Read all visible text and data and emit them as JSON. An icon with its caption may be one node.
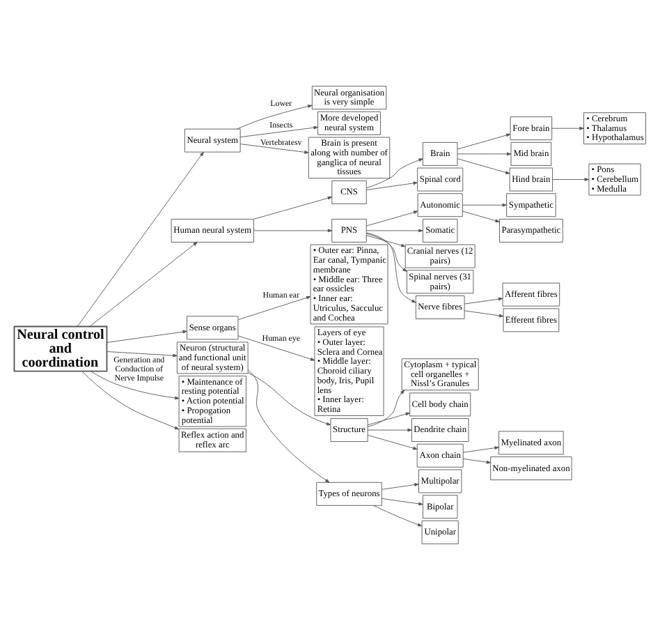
{
  "diagram": {
    "nodes": [
      {
        "text": [
          "Neural control and coordination"
        ]
      },
      {
        "text": [
          "Neural system"
        ]
      },
      {
        "text": [
          "Neural organisation is very simple"
        ]
      },
      {
        "text": [
          "More developed neural system"
        ]
      },
      {
        "text": [
          "Brain is present along with number of ganglica of neural tissues"
        ]
      },
      {
        "text": [
          "Human neural system"
        ]
      },
      {
        "text": [
          "CNS"
        ]
      },
      {
        "text": [
          "PNS"
        ]
      },
      {
        "text": [
          "Brain"
        ]
      },
      {
        "text": [
          "Spinal cord"
        ]
      },
      {
        "text": [
          "Fore brain"
        ]
      },
      {
        "text": [
          "Mid brain"
        ]
      },
      {
        "text": [
          "Hind brain"
        ]
      },
      {
        "text": [
          "• Cerebrum",
          "• Thalamus",
          "• Hypothalamus"
        ]
      },
      {
        "text": [
          "• Pons",
          "• Cerebellum",
          "• Medulla"
        ]
      },
      {
        "text": [
          "Autonomic"
        ]
      },
      {
        "text": [
          "Sympathetic"
        ]
      },
      {
        "text": [
          "Parasympathetic"
        ]
      },
      {
        "text": [
          "Somatic"
        ]
      },
      {
        "text": [
          "Cranial nerves (12 pairs)"
        ]
      },
      {
        "text": [
          "Spinal nerves (31 pairs)"
        ]
      },
      {
        "text": [
          "Nerve fibres"
        ]
      },
      {
        "text": [
          "Afferent fibres"
        ]
      },
      {
        "text": [
          "Efferent fibres"
        ]
      },
      {
        "text": [
          "Sense organs"
        ]
      },
      {
        "text": [
          "• Outer ear: Pinna, Ear canal, Tympanic membrane",
          "• Middle ear: Three ear ossicles",
          "• Inner ear: Utriculus, Sacculuc and Cochea"
        ]
      },
      {
        "text": [
          "Layers of eye",
          "• Outer layer: Sclera and Cornea",
          "• Middle layer: Choroid ciliary body, Iris, Pupil lens",
          "• Inner layer: Retina"
        ]
      },
      {
        "text": [
          "Neuron (structural and functional unit of neural system)"
        ]
      },
      {
        "text": [
          "Structure"
        ]
      },
      {
        "text": [
          "Types of neurons"
        ]
      },
      {
        "text": [
          "Cytoplasm + typical cell organelles + Nissl’s Granules"
        ]
      },
      {
        "text": [
          "Cell body chain"
        ]
      },
      {
        "text": [
          "Dendrite chain"
        ]
      },
      {
        "text": [
          "Axon chain"
        ]
      },
      {
        "text": [
          "Myelinated axon"
        ]
      },
      {
        "text": [
          "Non-myelinated axon"
        ]
      },
      {
        "text": [
          "Multipolar"
        ]
      },
      {
        "text": [
          "Bipolar"
        ]
      },
      {
        "text": [
          "Unipolar"
        ]
      },
      {
        "text": [
          "• Maintenance of resting potential",
          "• Action potential",
          "• Propogation potential"
        ]
      },
      {
        "text": [
          "Reflex action and reflex arc"
        ]
      }
    ],
    "edges": [
      {
        "from": 0,
        "to": 1,
        "arrow": "to"
      },
      {
        "from": 1,
        "to": 2,
        "arrow": "to",
        "label": "Lower"
      },
      {
        "from": 1,
        "to": 3,
        "arrow": "to",
        "label": "Insects"
      },
      {
        "from": 1,
        "to": 4,
        "arrow": "to",
        "label": "Vertebratesv"
      },
      {
        "from": 0,
        "to": 5,
        "arrow": "to"
      },
      {
        "from": 5,
        "to": 6,
        "arrow": "to"
      },
      {
        "from": 5,
        "to": 7,
        "arrow": "to"
      },
      {
        "from": 6,
        "to": 8,
        "arrow": "to"
      },
      {
        "from": 6,
        "to": 9,
        "arrow": "to"
      },
      {
        "from": 8,
        "to": 10,
        "arrow": "to"
      },
      {
        "from": 8,
        "to": 11,
        "arrow": "to"
      },
      {
        "from": 8,
        "to": 12,
        "arrow": "to"
      },
      {
        "from": 10,
        "to": 13,
        "arrow": "to"
      },
      {
        "from": 12,
        "to": 14,
        "arrow": "to"
      },
      {
        "from": 7,
        "to": 15,
        "arrow": "to"
      },
      {
        "from": 7,
        "to": 18,
        "arrow": "to"
      },
      {
        "from": 7,
        "to": 19,
        "arrow": "to"
      },
      {
        "from": 7,
        "to": 20,
        "arrow": "to"
      },
      {
        "from": 7,
        "to": 21,
        "arrow": "to"
      },
      {
        "from": 15,
        "to": 16,
        "arrow": "to"
      },
      {
        "from": 15,
        "to": 17,
        "arrow": "to"
      },
      {
        "from": 21,
        "to": 22,
        "arrow": "to"
      },
      {
        "from": 21,
        "to": 23,
        "arrow": "to"
      },
      {
        "from": 0,
        "to": 24,
        "arrow": "to"
      },
      {
        "from": 24,
        "to": 25,
        "arrow": "to",
        "label": "Human ear"
      },
      {
        "from": 24,
        "to": 26,
        "arrow": "to",
        "label": "Human eye"
      },
      {
        "from": 0,
        "to": 27,
        "arrow": "to"
      },
      {
        "from": 27,
        "to": 28,
        "arrow": "to"
      },
      {
        "from": 27,
        "to": 29,
        "arrow": "to"
      },
      {
        "from": 28,
        "to": 30,
        "arrow": "to"
      },
      {
        "from": 28,
        "to": 31,
        "arrow": "to"
      },
      {
        "from": 28,
        "to": 32,
        "arrow": "to"
      },
      {
        "from": 28,
        "to": 33,
        "arrow": "to"
      },
      {
        "from": 33,
        "to": 34,
        "arrow": "to"
      },
      {
        "from": 33,
        "to": 35,
        "arrow": "to"
      },
      {
        "from": 29,
        "to": 36,
        "arrow": "to"
      },
      {
        "from": 29,
        "to": 37,
        "arrow": "to"
      },
      {
        "from": 29,
        "to": 38,
        "arrow": "to"
      },
      {
        "from": 0,
        "to": 39,
        "arrow": "to",
        "label": "Generation and Conduction of Nerve Impulse"
      },
      {
        "from": 0,
        "to": 40,
        "arrow": "to"
      }
    ]
  }
}
